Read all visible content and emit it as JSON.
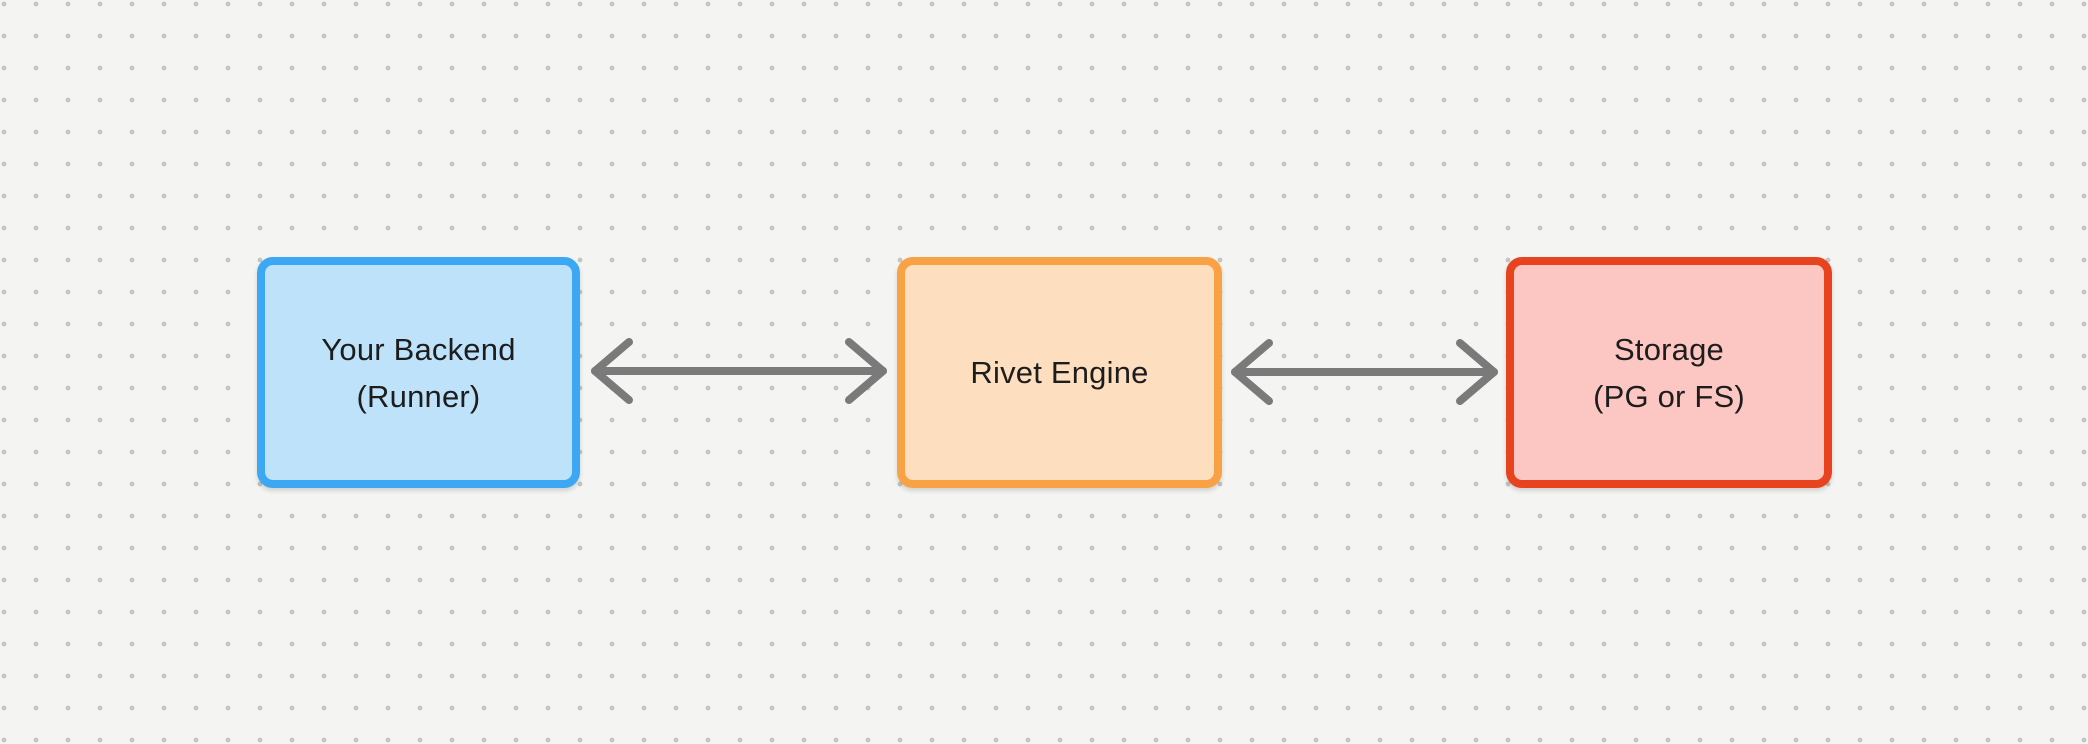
{
  "diagram": {
    "background": {
      "color": "#F4F4F2",
      "dot_color": "#C5C5C3",
      "pattern": "dot-grid"
    },
    "nodes": [
      {
        "id": "backend",
        "label_line1": "Your Backend",
        "label_line2": "(Runner)",
        "border_color": "#3CA8F3",
        "fill_color": "#BFE2FB"
      },
      {
        "id": "engine",
        "label_line1": "Rivet Engine",
        "label_line2": "",
        "border_color": "#F9A245",
        "fill_color": "#FDDFC0"
      },
      {
        "id": "storage",
        "label_line1": "Storage",
        "label_line2": "(PG or FS)",
        "border_color": "#E8431F",
        "fill_color": "#FCC7C2"
      }
    ],
    "edges": [
      {
        "from": "backend",
        "to": "engine",
        "type": "double-arrow",
        "color": "#7A7A7A"
      },
      {
        "from": "engine",
        "to": "storage",
        "type": "double-arrow",
        "color": "#7A7A7A"
      }
    ]
  }
}
